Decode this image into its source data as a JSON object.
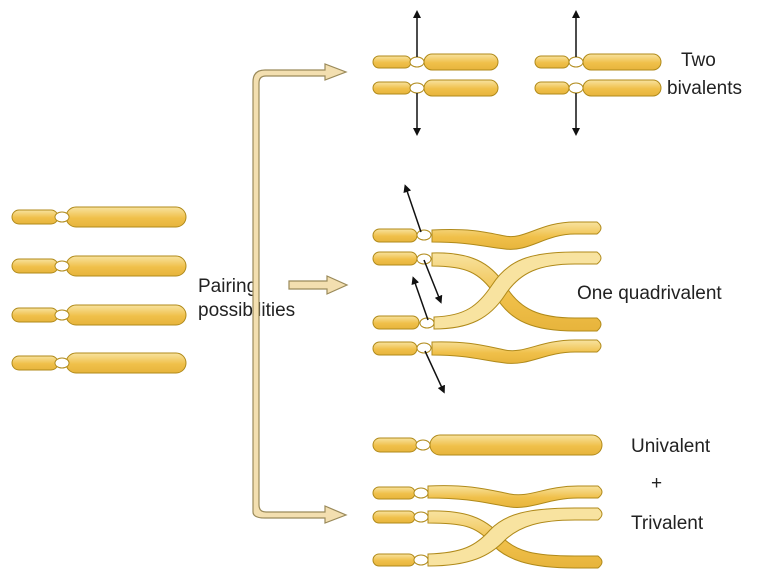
{
  "labels": {
    "pairing_line1": "Pairing",
    "pairing_line2": "possibilities",
    "two_line1": "Two",
    "two_line2": "bivalents",
    "quadrivalent": "One quadrivalent",
    "univalent": "Univalent",
    "plus": "+",
    "trivalent": "Trivalent"
  },
  "colors": {
    "chromosome_fill": "#f0c04a",
    "chromosome_light": "#f8e3a0",
    "chromosome_outline": "#b08a1a",
    "centromere": "#ffffff",
    "arrow_fill": "#f3dfb0",
    "arrow_stroke": "#9a8a5a",
    "spindle": "#111111"
  }
}
